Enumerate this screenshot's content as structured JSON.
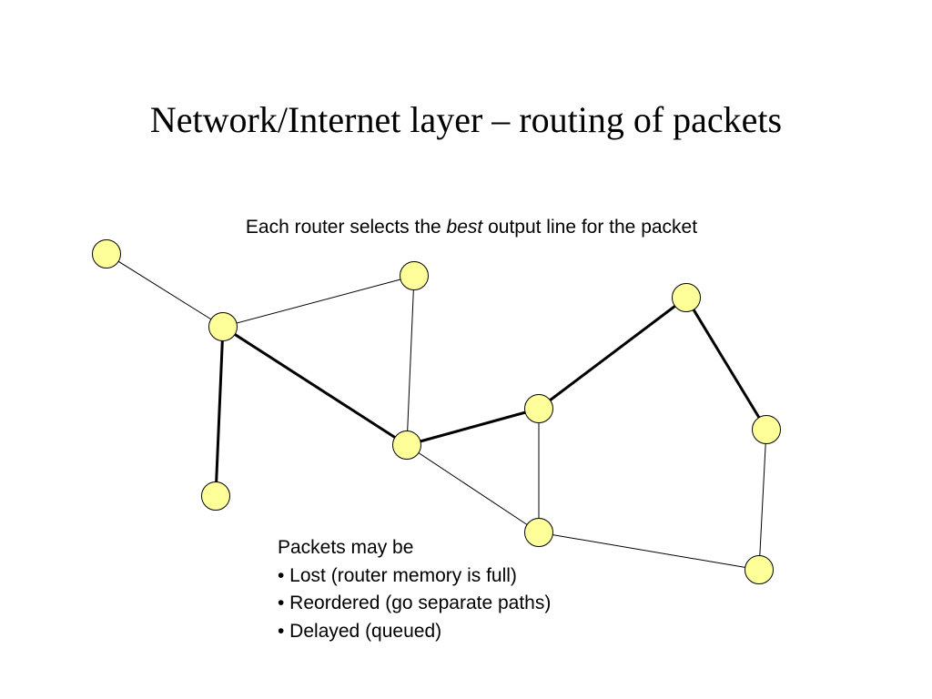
{
  "slide": {
    "title": "Network/Internet layer – routing of packets",
    "subtitle_pre": "Each router selects the ",
    "subtitle_em": "best",
    "subtitle_post": " output line for the packet"
  },
  "notes": {
    "heading": "Packets may be",
    "items": [
      "• Lost (router memory is full)",
      "• Reordered (go separate paths)",
      "• Delayed (queued)"
    ]
  },
  "network": {
    "node_fill": "#ffff99",
    "node_stroke": "#000000",
    "routers": [
      "r1",
      "r2",
      "r3",
      "r4",
      "r5",
      "r6",
      "r7",
      "r8",
      "r9",
      "r10"
    ],
    "links": [
      {
        "from": "r1",
        "to": "r2",
        "best": false
      },
      {
        "from": "r2",
        "to": "r3",
        "best": false
      },
      {
        "from": "r3",
        "to": "r5",
        "best": false
      },
      {
        "from": "r5",
        "to": "r8",
        "best": false
      },
      {
        "from": "r6",
        "to": "r8",
        "best": false
      },
      {
        "from": "r8",
        "to": "r10",
        "best": false
      },
      {
        "from": "r9",
        "to": "r10",
        "best": false
      },
      {
        "from": "r2",
        "to": "r4",
        "best": true
      },
      {
        "from": "r2",
        "to": "r5",
        "best": true
      },
      {
        "from": "r5",
        "to": "r6",
        "best": true
      },
      {
        "from": "r6",
        "to": "r7",
        "best": true
      },
      {
        "from": "r7",
        "to": "r9",
        "best": true
      }
    ]
  }
}
